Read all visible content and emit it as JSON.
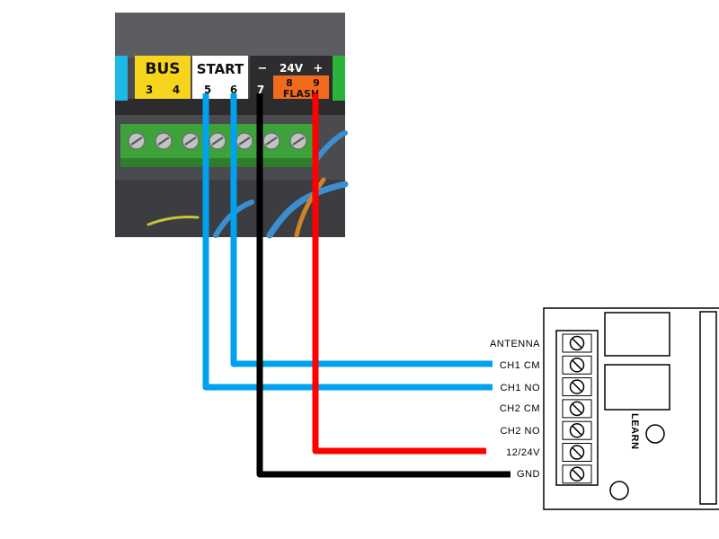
{
  "photo": {
    "bus_label": "BUS",
    "bus_pins": [
      "3",
      "4"
    ],
    "start_label": "START",
    "start_pins": [
      "5",
      "6"
    ],
    "power_minus": "−",
    "power_label": "24V",
    "power_plus": "+",
    "pin_7": "7",
    "flash_pins": [
      "8",
      "9"
    ],
    "flash_label": "FLASH"
  },
  "receiver": {
    "terminals": [
      "ANTENNA",
      "CH1 CM",
      "CH1 NO",
      "CH2 CM",
      "CH2 NO",
      "12/24V",
      "GND"
    ],
    "learn_label": "LEARN"
  },
  "wires": [
    {
      "from": "6",
      "to": "CH1 CM",
      "color": "#00a2f0"
    },
    {
      "from": "5",
      "to": "CH1 NO",
      "color": "#00a2f0"
    },
    {
      "from": "9",
      "to": "12/24V",
      "color": "#ff0000"
    },
    {
      "from": "7",
      "to": "GND",
      "color": "#000000"
    }
  ],
  "colors": {
    "bus_bg": "#f7d51d",
    "start_bg": "#ffffff",
    "flash_bg": "#f26b1d",
    "terminal_block": "#3da23a",
    "housing": "#3a3a3a",
    "accent_cyan": "#1cb8e6",
    "accent_green": "#2ab53a"
  }
}
